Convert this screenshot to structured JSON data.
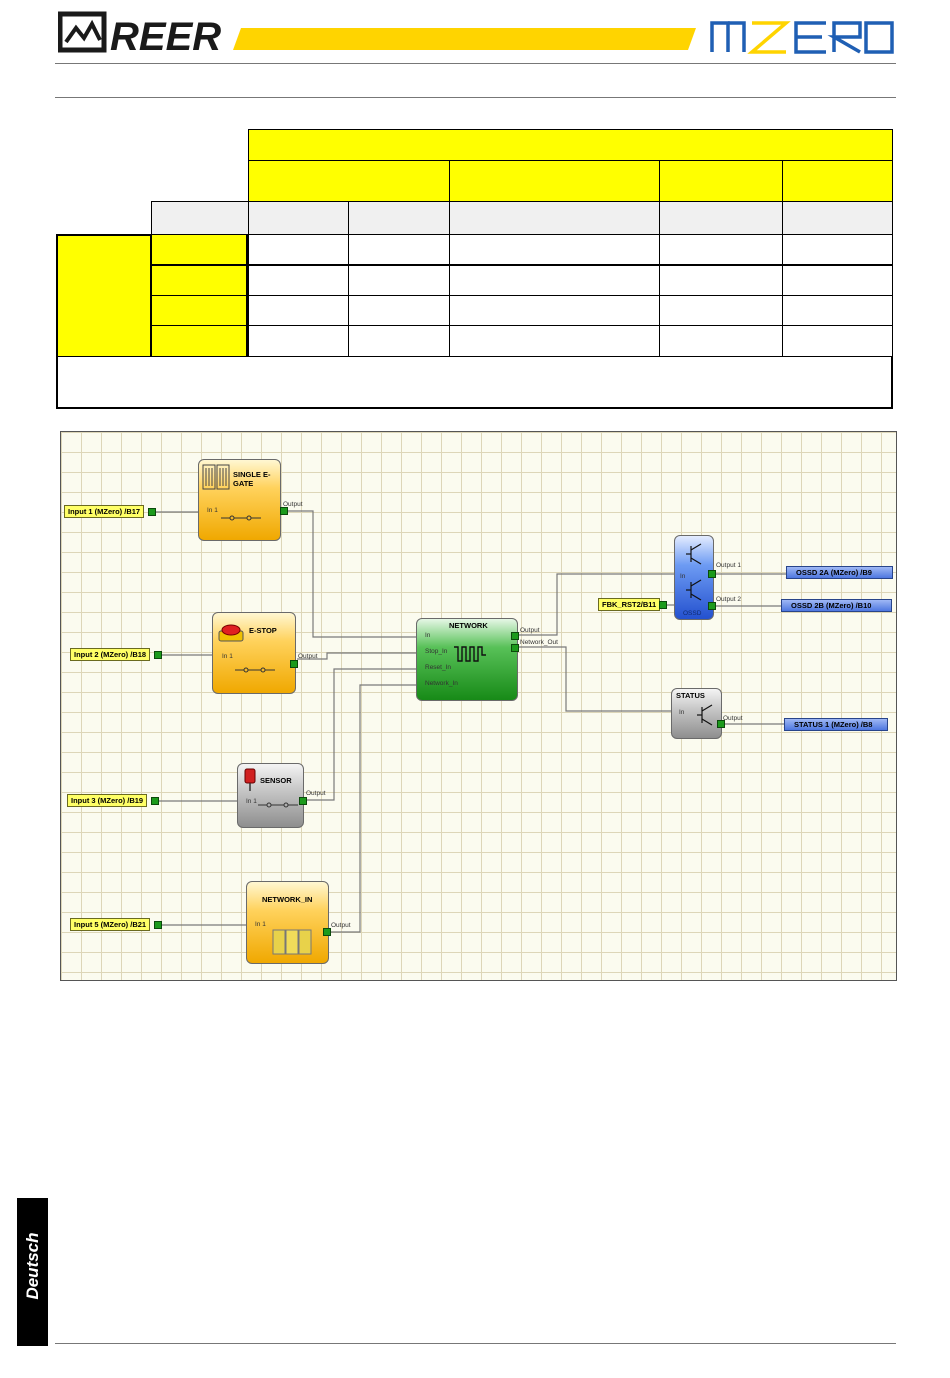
{
  "header": {
    "brand_left": "REER",
    "brand_right": "MZERO",
    "colors": {
      "brand_yellow": "#ffd400",
      "mzero_blue": "#1f5fb4",
      "dark": "#1a1a1a"
    }
  },
  "table": {
    "header_color": "#ffff00"
  },
  "diagram": {
    "inputs": {
      "in1": "Input 1 (MZero) /B17",
      "in2": "Input 2 (MZero) /B18",
      "in3": "Input 3 (MZero) /B19",
      "in5": "Input 5 (MZero) /B21",
      "fbk": "FBK_RST2/B11"
    },
    "outputs": {
      "ossd2a": "OSSD 2A (MZero)  /B9",
      "ossd2b": "OSSD 2B (MZero)  /B10",
      "status1": "STATUS 1 (MZero) /B8"
    },
    "blocks": {
      "egate": {
        "title": "SINGLE E-GATE",
        "pin_in": "In 1",
        "pin_out": "Output"
      },
      "estop": {
        "title": "E-STOP",
        "pin_in": "In 1",
        "pin_out": "Output"
      },
      "sensor": {
        "title": "SENSOR",
        "pin_in": "In 1",
        "pin_out": "Output"
      },
      "network_in": {
        "title": "NETWORK_IN",
        "pin_in": "In 1",
        "pin_out": "Output"
      },
      "network": {
        "title": "NETWORK",
        "pin_in": "In",
        "pin_stop": "Stop_In",
        "pin_reset": "Reset_In",
        "pin_net": "Network_In",
        "pin_out": "Output",
        "pin_net_out": "Network_Out"
      },
      "ossd": {
        "title": "OSSD",
        "pin_in": "In",
        "pin_out1": "Output 1",
        "pin_out2": "Output 2"
      },
      "status": {
        "title": "STATUS",
        "pin_in": "In",
        "pin_out": "Output"
      }
    }
  },
  "side_tab": {
    "label": "Deutsch"
  }
}
